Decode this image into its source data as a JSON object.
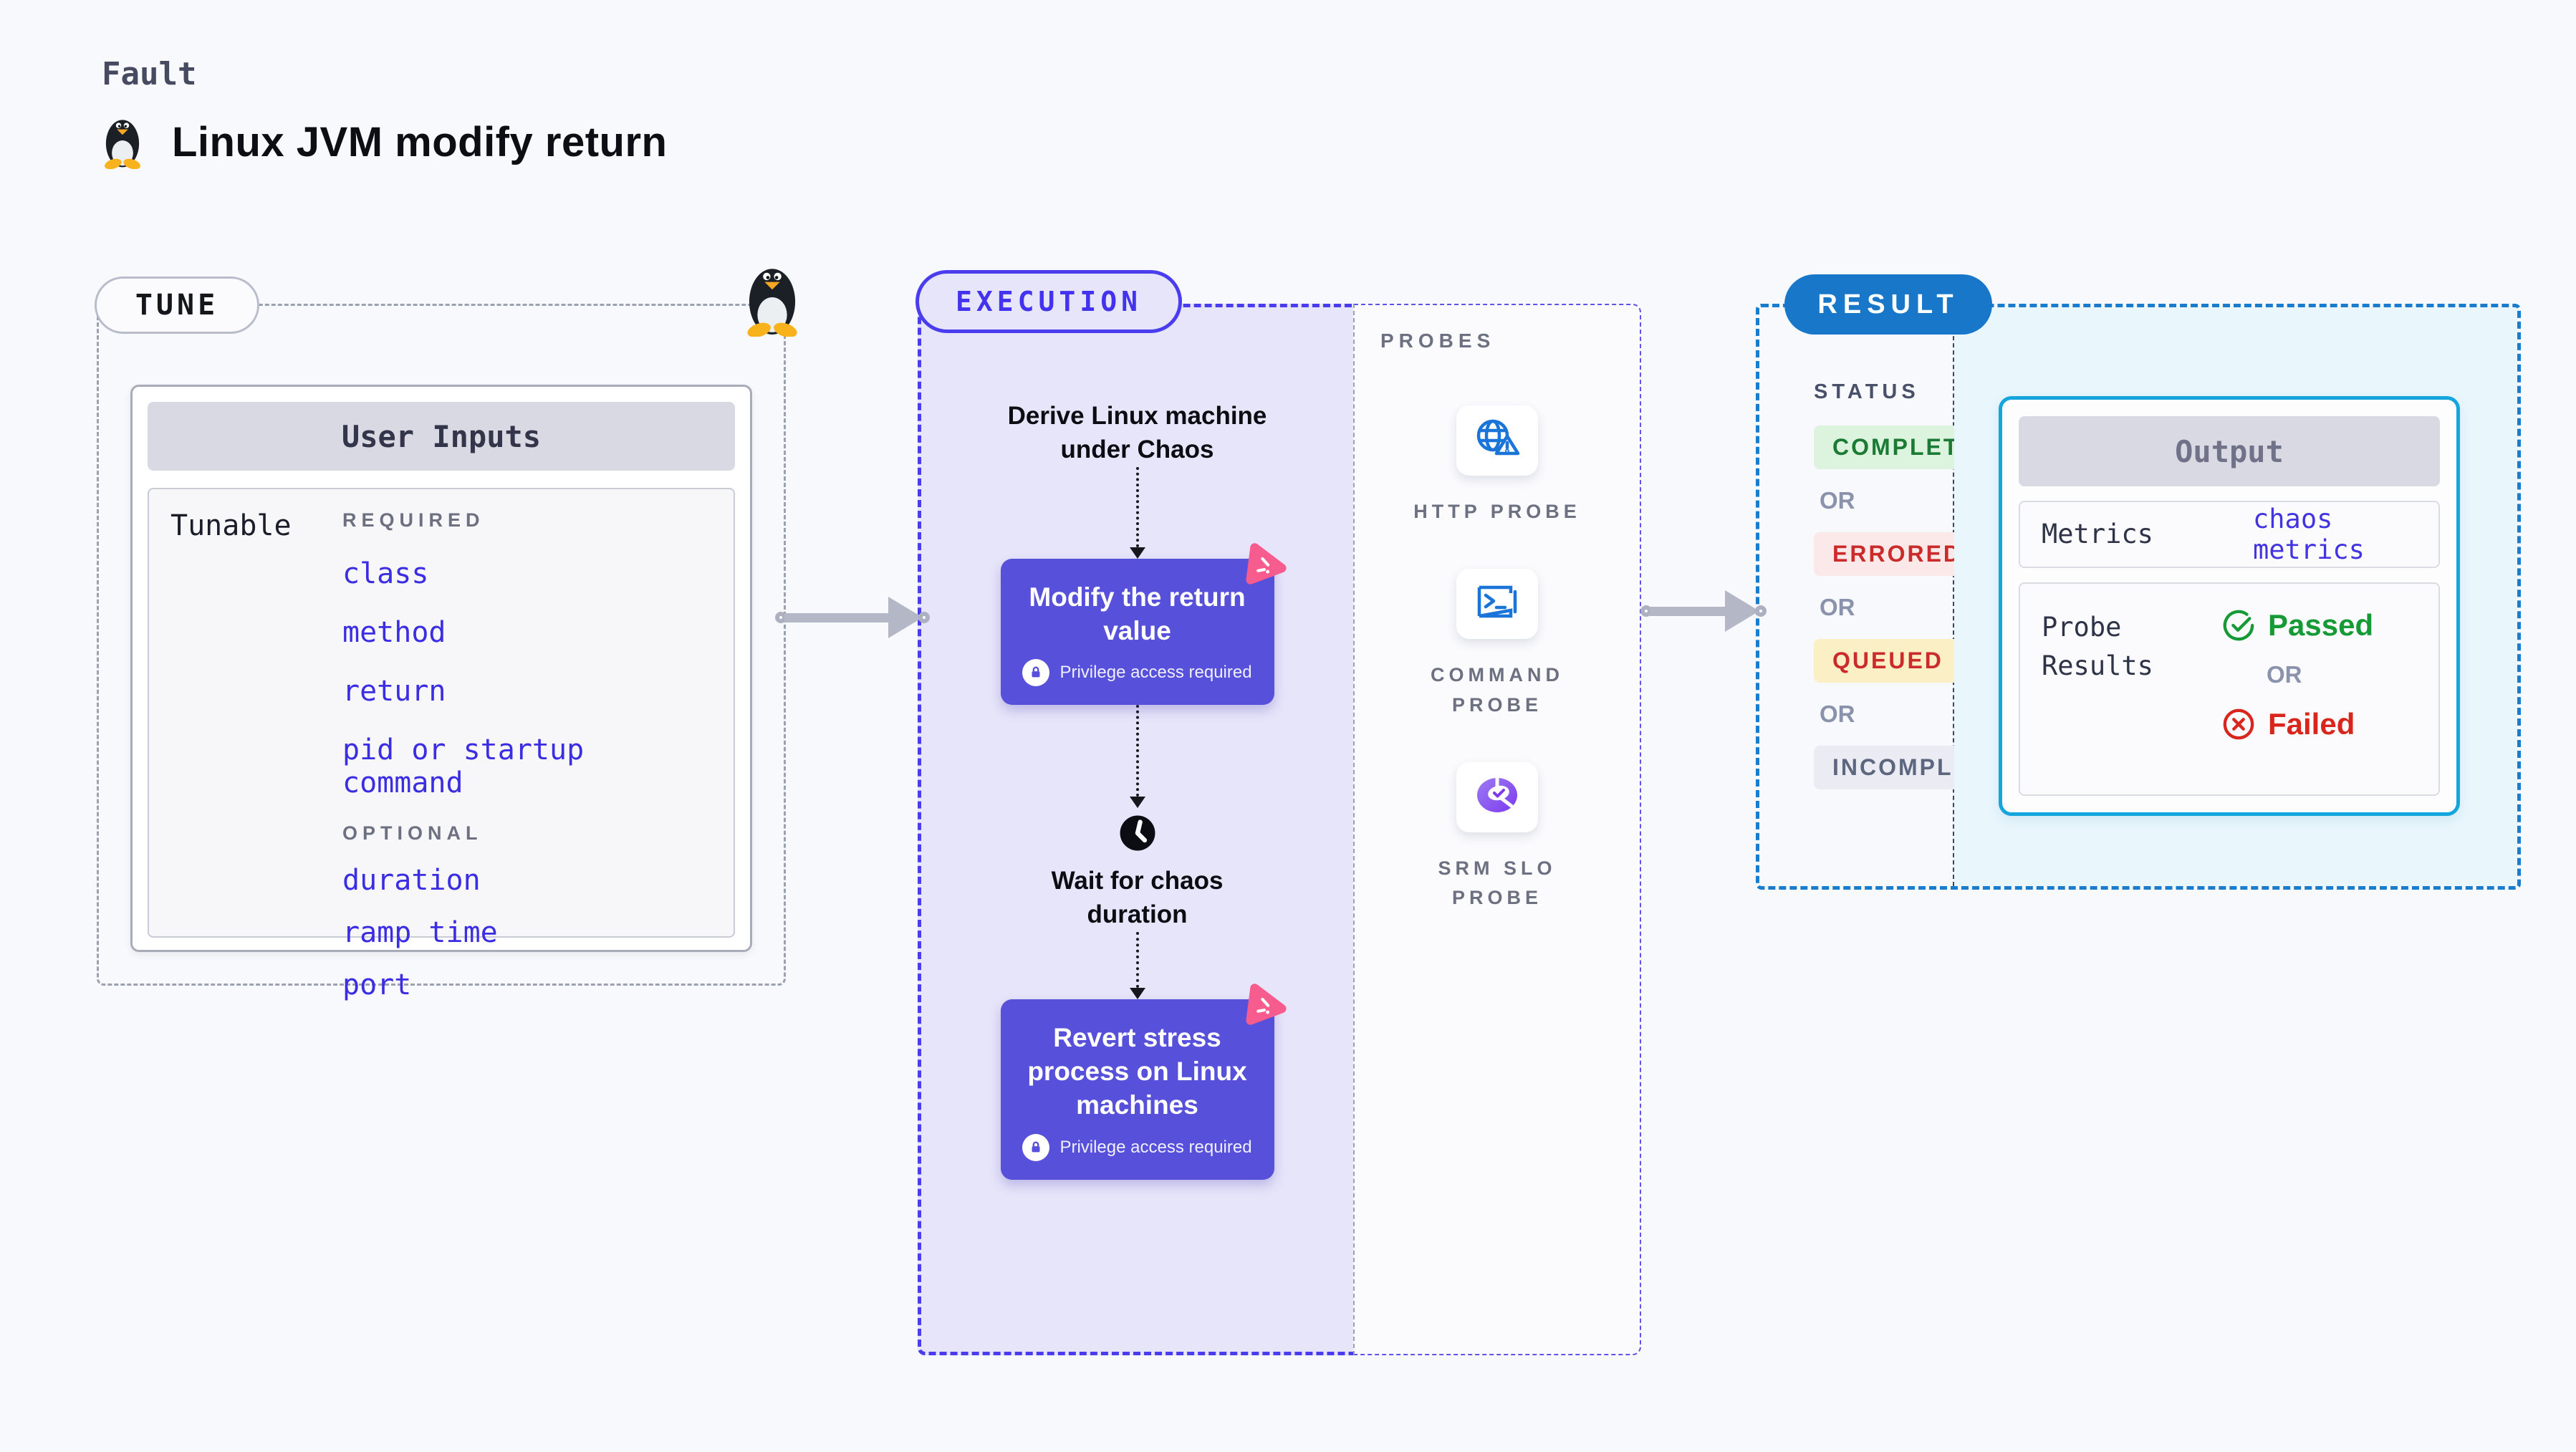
{
  "page": {
    "kicker": "Fault",
    "title": "Linux JVM modify return"
  },
  "tune": {
    "pill": "TUNE",
    "card_title": "User Inputs",
    "row_label": "Tunable",
    "required_label": "REQUIRED",
    "required_items": [
      "class",
      "method",
      "return",
      "pid or startup command"
    ],
    "optional_label": "OPTIONAL",
    "optional_items": [
      "duration",
      "ramp time",
      "port"
    ]
  },
  "execution": {
    "pill": "EXECUTION",
    "step_derive": "Derive Linux machine under Chaos",
    "action_modify": "Modify the return value",
    "privilege_note": "Privilege access required",
    "step_wait": "Wait for chaos duration",
    "action_revert": "Revert stress process on Linux machines"
  },
  "probes": {
    "label": "PROBES",
    "items": [
      {
        "name": "HTTP PROBE",
        "icon": "globe-alert-icon"
      },
      {
        "name": "COMMAND PROBE",
        "icon": "terminal-icon"
      },
      {
        "name": "SRM SLO PROBE",
        "icon": "slo-pie-icon"
      }
    ]
  },
  "result": {
    "pill": "RESULT",
    "status_label": "STATUS",
    "or_label": "OR",
    "statuses": [
      {
        "label": "COMPLETED",
        "fg": "#1B7B34",
        "bg": "#DCF3DE"
      },
      {
        "label": "ERRORED",
        "fg": "#CB2B2B",
        "bg": "#FBE9E9"
      },
      {
        "label": "QUEUED",
        "fg": "#CB2B2B",
        "bg": "#FBEFC6"
      },
      {
        "label": "INCOMPLETED",
        "fg": "#5C667E",
        "bg": "#EBECF3"
      }
    ],
    "output": {
      "title": "Output",
      "metrics_label": "Metrics",
      "metrics_value": "chaos metrics",
      "probe_results_label": "Probe Results",
      "passed": "Passed",
      "or_label": "OR",
      "failed": "Failed"
    }
  },
  "colors": {
    "accent_indigo": "#4A3DEE",
    "action_box": "#5750DA",
    "result_blue": "#1877C9",
    "output_border": "#13A5DC",
    "link_blue": "#3B2DE2",
    "passed_green": "#169A35",
    "failed_red": "#D8261C",
    "pink_badge": "#F75C8F"
  }
}
